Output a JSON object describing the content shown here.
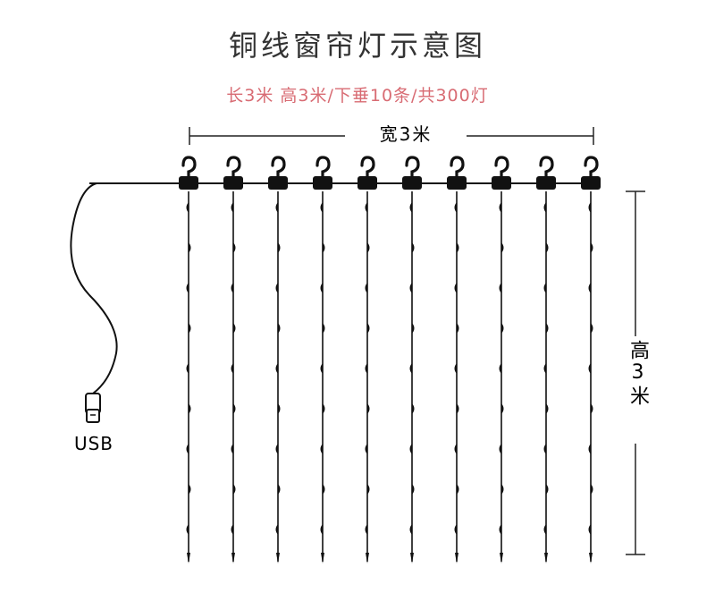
{
  "title": "铜线窗帘灯示意图",
  "subtitle": "长3米 高3米/下垂10条/共300灯",
  "width_label": "宽3米",
  "height_label": "高3米",
  "usb_label": "USB",
  "strands": 10,
  "colors": {
    "accent": "#d86b73",
    "line": "#111111",
    "text": "#333333"
  },
  "icons": [
    "hook-icon",
    "usb-plug-icon",
    "led-bulb-icon"
  ]
}
